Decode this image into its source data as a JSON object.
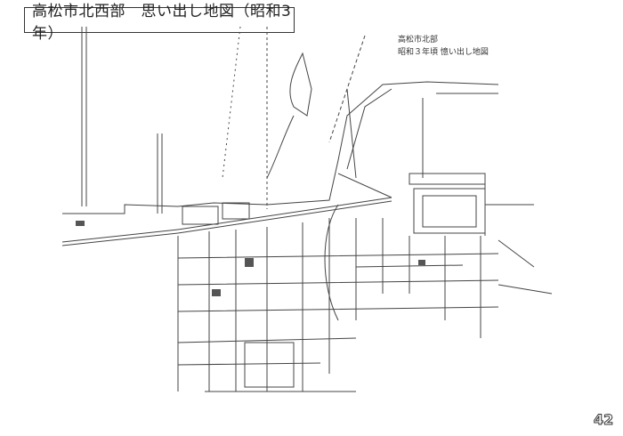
{
  "title": "高松市北西部　思い出し地図（昭和3年）",
  "subtitle": {
    "line1": "高松市北部",
    "line2": "昭和３年頃  憶い出し地図"
  },
  "page_number": "42"
}
